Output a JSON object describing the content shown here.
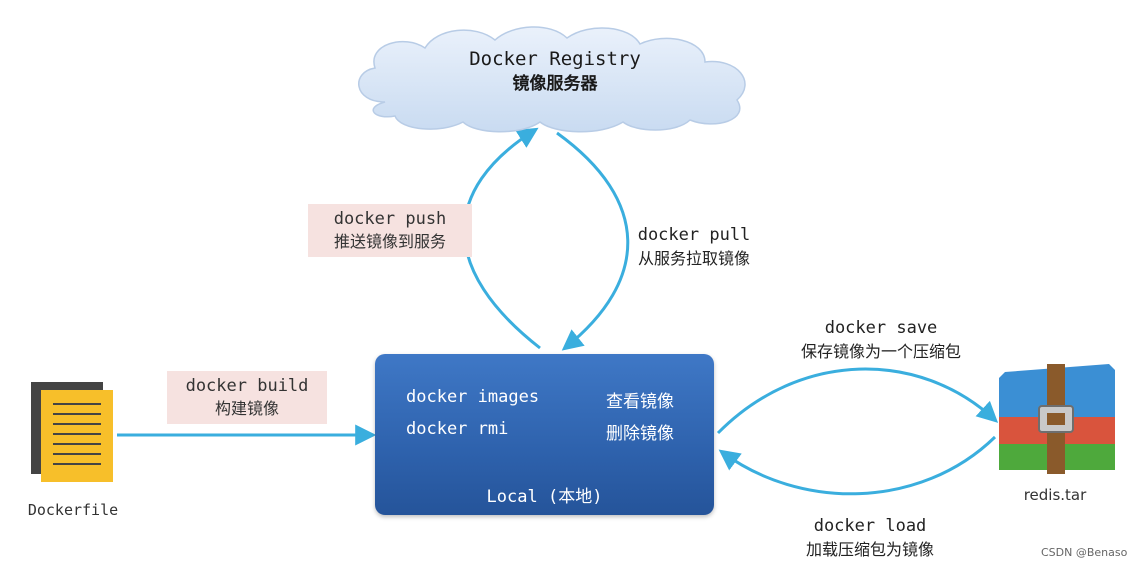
{
  "registry": {
    "title": "Docker Registry",
    "subtitle": "镜像服务器"
  },
  "push": {
    "cmd": "docker push",
    "desc": "推送镜像到服务"
  },
  "pull": {
    "cmd": "docker pull",
    "desc": "从服务拉取镜像"
  },
  "build": {
    "cmd": "docker build",
    "desc": "构建镜像"
  },
  "save": {
    "cmd": "docker save",
    "desc": "保存镜像为一个压缩包"
  },
  "load": {
    "cmd": "docker load",
    "desc": "加载压缩包为镜像"
  },
  "local": {
    "rows": [
      {
        "cmd": "docker images",
        "desc": "查看镜像"
      },
      {
        "cmd": "docker rmi",
        "desc": "删除镜像"
      }
    ],
    "title": "Local (本地)"
  },
  "dockerfile_label": "Dockerfile",
  "archive_label": "redis.tar",
  "watermark": "CSDN @Benaso",
  "colors": {
    "arrow": "#3aaede",
    "local_box": "#2e62ad",
    "label_bg": "#f6e2e0",
    "cloud": "#d6e4f5"
  }
}
